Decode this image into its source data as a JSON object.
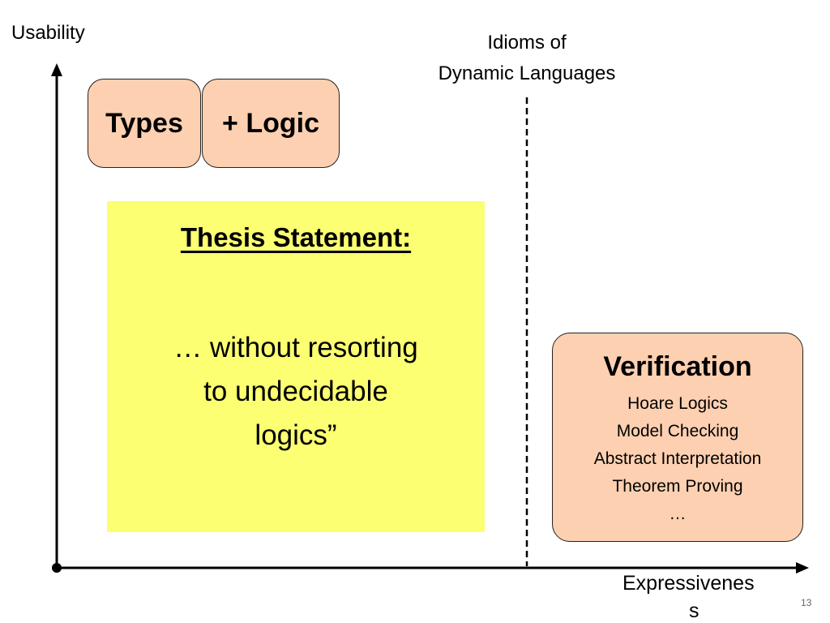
{
  "axes": {
    "y_label": "Usability",
    "x_label_line1": "Expressivenes",
    "x_label_line2": "s"
  },
  "boundary": {
    "line1": "Idioms of",
    "line2": "Dynamic Languages"
  },
  "types_box": {
    "label": "Types"
  },
  "logic_box": {
    "label": "+ Logic"
  },
  "thesis": {
    "title": "Thesis Statement:",
    "line1": "… without resorting",
    "line2": "to undecidable",
    "line3": "logics”"
  },
  "verification": {
    "title": "Verification",
    "items": [
      "Hoare Logics",
      "Model Checking",
      "Abstract Interpretation",
      "Theorem Proving",
      "…"
    ]
  },
  "slide_number": "13",
  "colors": {
    "pill_fill": "#fdd0b1",
    "thesis_fill": "#fbff71",
    "axis": "#000000"
  }
}
